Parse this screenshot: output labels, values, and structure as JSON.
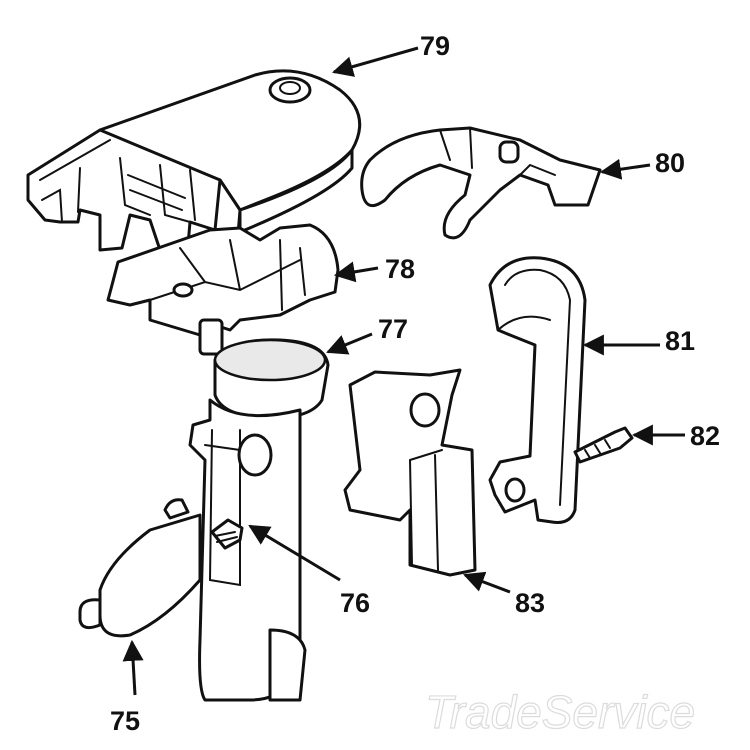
{
  "diagram": {
    "callouts": [
      {
        "id": "75",
        "label": "75"
      },
      {
        "id": "76",
        "label": "76"
      },
      {
        "id": "77",
        "label": "77"
      },
      {
        "id": "78",
        "label": "78"
      },
      {
        "id": "79",
        "label": "79"
      },
      {
        "id": "80",
        "label": "80"
      },
      {
        "id": "81",
        "label": "81"
      },
      {
        "id": "82",
        "label": "82"
      },
      {
        "id": "83",
        "label": "83"
      }
    ],
    "watermark": "TradeService"
  }
}
